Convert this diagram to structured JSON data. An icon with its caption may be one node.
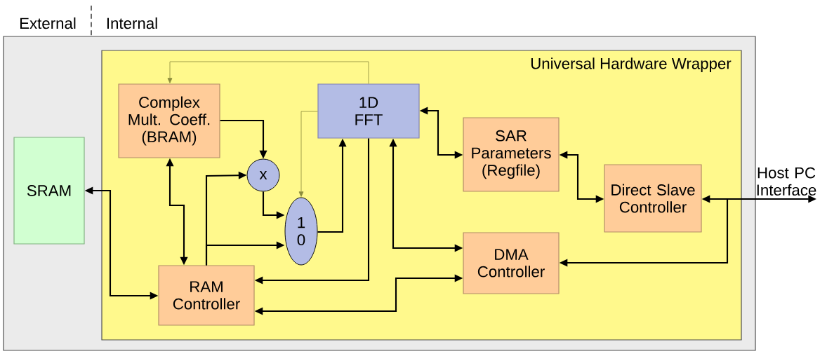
{
  "diagram": {
    "nodes": [
      {
        "text": [],
        "shape": "box"
      },
      {
        "text": [
          "Universal Hardware Wrapper"
        ],
        "in": 0
      },
      {
        "text": [
          "SRAM"
        ],
        "in": 0
      },
      {
        "text": [
          "Complex Mult. Coeff. (BRAM)"
        ],
        "in": 1
      },
      {
        "text": [
          "1D FFT"
        ],
        "in": 1
      },
      {
        "text": [
          "SAR Parameters (Regfile)"
        ],
        "in": 1
      },
      {
        "text": [
          "x"
        ],
        "in": 1
      },
      {
        "text": [
          "1",
          "0"
        ],
        "in": 1
      },
      {
        "text": [
          "Direct Slave Controller"
        ],
        "in": 1
      },
      {
        "text": [
          "DMA Controller"
        ],
        "in": 1
      },
      {
        "text": [
          "RAM Controller"
        ],
        "in": 1
      },
      {
        "text": [
          "Host PC Interface"
        ]
      }
    ],
    "edges": [
      {
        "from": 4,
        "to": 3,
        "arrow": "to",
        "color": "#8c8c3c"
      },
      {
        "from": 4,
        "to": 7,
        "arrow": "to",
        "color": "#8c8c3c"
      },
      {
        "from": 3,
        "to": 6,
        "arrow": "to"
      },
      {
        "from": 3,
        "to": 10,
        "arrow": "both"
      },
      {
        "from": 10,
        "to": 6,
        "arrow": "to"
      },
      {
        "from": 10,
        "to": 7,
        "arrow": "to"
      },
      {
        "from": 6,
        "to": 7,
        "arrow": "to"
      },
      {
        "from": 7,
        "to": 4,
        "arrow": "to"
      },
      {
        "from": 4,
        "to": 10,
        "arrow": "to"
      },
      {
        "from": 4,
        "to": 9,
        "arrow": "both"
      },
      {
        "from": 2,
        "to": 10,
        "arrow": "both"
      },
      {
        "from": 4,
        "to": 5,
        "arrow": "both"
      },
      {
        "from": 5,
        "to": 8,
        "arrow": "both"
      },
      {
        "from": 8,
        "to": 11,
        "arrow": "both"
      },
      {
        "from": null,
        "to": 9,
        "arrow": "to"
      },
      {
        "from": 9,
        "to": 10,
        "arrow": "both"
      }
    ],
    "labels": [
      "External",
      "Internal"
    ]
  }
}
